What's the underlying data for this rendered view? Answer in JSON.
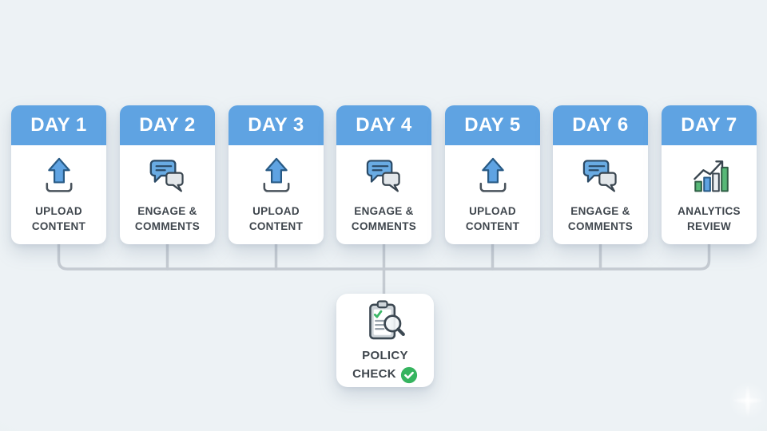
{
  "colors": {
    "background": "#edf2f5",
    "header_blue": "#5fa3e2",
    "card_bg": "#ffffff",
    "connector_gray": "#c5cbd2",
    "text_dark": "#3f464d",
    "badge_green": "#36b45f",
    "icon_blue": "#5fa3e2",
    "icon_gray": "#e3e7ea"
  },
  "days": [
    {
      "label": "DAY 1",
      "task": "UPLOAD CONTENT",
      "icon": "upload-icon"
    },
    {
      "label": "DAY 2",
      "task": "ENGAGE & COMMENTS",
      "icon": "chat-icon"
    },
    {
      "label": "DAY 3",
      "task": "UPLOAD CONTENT",
      "icon": "upload-icon"
    },
    {
      "label": "DAY 4",
      "task": "ENGAGE & COMMENTS",
      "icon": "chat-icon"
    },
    {
      "label": "DAY 5",
      "task": "UPLOAD CONTENT",
      "icon": "upload-icon"
    },
    {
      "label": "DAY 6",
      "task": "ENGAGE & COMMENTS",
      "icon": "chat-icon"
    },
    {
      "label": "DAY 7",
      "task": "ANALYTICS REVIEW",
      "icon": "analytics-icon"
    }
  ],
  "policy_check": {
    "line1": "POLICY",
    "line2": "CHECK",
    "icon": "clipboard-magnifier-icon",
    "badge": "check-badge-icon"
  }
}
